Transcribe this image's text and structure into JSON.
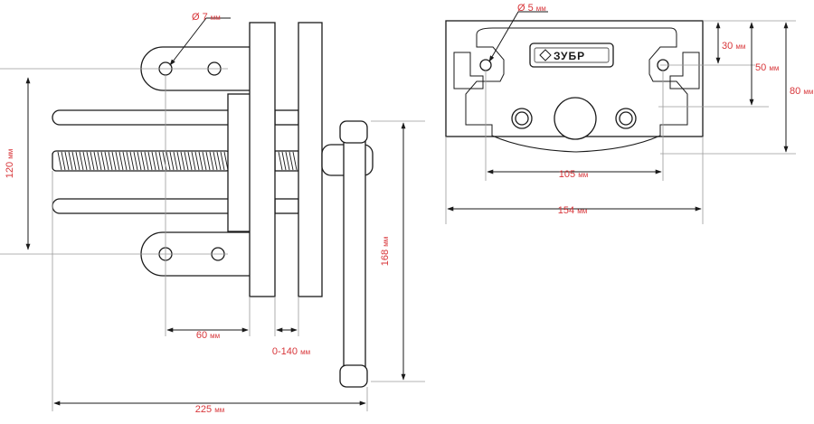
{
  "side_view": {
    "hole_diameter": {
      "value": "Ø 7",
      "unit": "мм"
    },
    "guide_spacing": {
      "value": "120",
      "unit": "мм"
    },
    "ear_offset": {
      "value": "60",
      "unit": "мм"
    },
    "jaw_opening": {
      "value": "0-140",
      "unit": "мм"
    },
    "handle_length": {
      "value": "168",
      "unit": "мм"
    },
    "total_length": {
      "value": "225",
      "unit": "мм"
    }
  },
  "front_view": {
    "hole_diameter": {
      "value": "Ø 5",
      "unit": "мм"
    },
    "height_small": {
      "value": "30",
      "unit": "мм"
    },
    "height_mid": {
      "value": "50",
      "unit": "мм"
    },
    "height_total": {
      "value": "80",
      "unit": "мм"
    },
    "inner_width": {
      "value": "105",
      "unit": "мм"
    },
    "total_width": {
      "value": "154",
      "unit": "мм"
    },
    "logo_text": "ЗУБР"
  }
}
